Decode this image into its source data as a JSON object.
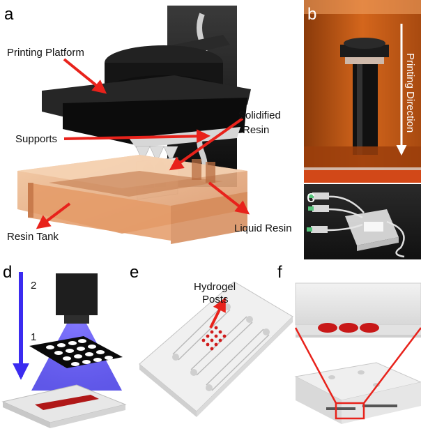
{
  "panels": {
    "a": "a",
    "b": "b",
    "c": "c",
    "d": "d",
    "e": "e",
    "f": "f"
  },
  "panel_a": {
    "printing_platform": "Printing Platform",
    "supports": "Supports",
    "solidified_resin_1": "Solidified",
    "solidified_resin_2": "Resin",
    "liquid_resin": "Liquid Resin",
    "resin_tank": "Resin Tank"
  },
  "panel_b": {
    "printing_direction": "Printing Direction"
  },
  "panel_d": {
    "step_2": "2",
    "step_1": "1"
  },
  "panel_e": {
    "hydrogel_1": "Hydrogel",
    "hydrogel_2": "Posts"
  },
  "colors": {
    "arrow_red": "#e8221b",
    "resin_orange": "#e8a36e",
    "printer_orange": "#d2691e",
    "light_blue": "#4b3cff",
    "platform_black": "#1a1a1a"
  }
}
